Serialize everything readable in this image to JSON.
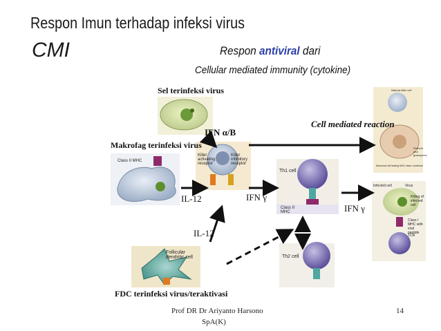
{
  "title": "Respon Imun terhadap infeksi virus",
  "subtitle": "CMI",
  "header_right": {
    "line1_prefix": "Respon ",
    "line1_highlight": "antiviral",
    "line1_suffix": " dari",
    "line2": "Cellular mediated immunity (cytokine)"
  },
  "labels": {
    "infected_cell": "Sel terinfeksi virus",
    "ifn_ab": "IFN α/B",
    "macrophage": "Makrofag terinfeksi virus",
    "class2_mhc": "Class II MHC",
    "killer_activating": "Killer activating receptor",
    "killer_inhibitory": "Killer inhibitory receptor",
    "il12_a": "IL-12",
    "ifn_g_1": "IFN γ",
    "il12_b": "IL-12",
    "th1": "Th1 cell",
    "class2_mhc_b": "Class II MHC",
    "ifn_g_2": "IFN γ",
    "cell_mediated": "Cell mediated reaction",
    "natural_killer": "Natural killer cell",
    "perforin": "Perforin and granzymes",
    "abnormal_cell": "Abnormal cell lacking MHC class I molecule",
    "infected_cell_small": "Infected cell",
    "virus": "Virus",
    "killing": "Killing of infected cell",
    "class1_mhc": "Class I MHC with viral peptide",
    "tcr": "TCR",
    "follicular": "Follicular dendritic cell",
    "th2": "Th2 cell",
    "fdc": "FDC terinfeksi virus/teraktivasi"
  },
  "footer": {
    "author_line1": "Prof DR Dr Ariyanto Harsono",
    "author_line2": "SpA(K)",
    "page": "14"
  }
}
